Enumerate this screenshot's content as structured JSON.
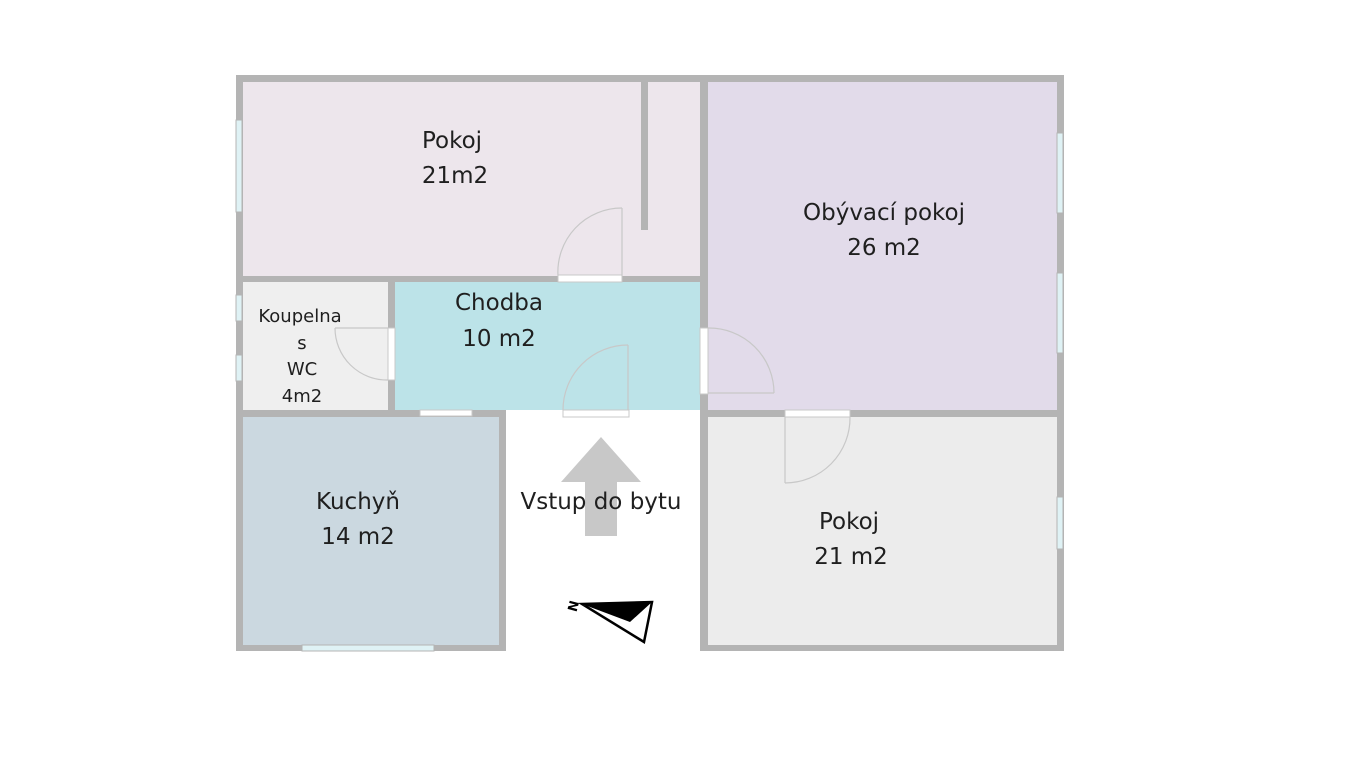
{
  "rooms": {
    "pokoj_top": {
      "name": "Pokoj",
      "area": "21m2",
      "fill": "#ede6ec"
    },
    "obyvaci": {
      "name": "Obývací pokoj",
      "area": "26 m2",
      "fill": "#e2dbea"
    },
    "koupelna": {
      "line1": "Koupelna",
      "line2": "s",
      "line3": "WC",
      "area": "4m2",
      "fill": "#efefef"
    },
    "chodba": {
      "name": "Chodba",
      "area": "10 m2",
      "fill": "#bce3e8"
    },
    "kuchyn": {
      "name": "Kuchyň",
      "area": "14 m2",
      "fill": "#cbd8e0"
    },
    "pokoj_bottom": {
      "name": "Pokoj",
      "area": "21 m2",
      "fill": "#ececec"
    }
  },
  "entrance": {
    "label": "Vstup do bytu"
  },
  "compass": {
    "letter": "N"
  },
  "colors": {
    "wall": "#b4b4b4",
    "arrow": "#c8c8c8",
    "window": "#dff2f5"
  }
}
